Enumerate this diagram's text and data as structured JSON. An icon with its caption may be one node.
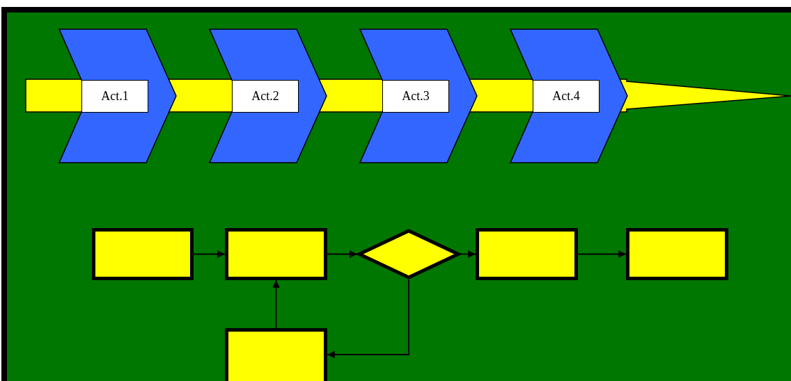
{
  "diagram": {
    "nodes": [
      {
        "text": [
          "Act.1"
        ]
      },
      {
        "text": [
          "Act.2"
        ]
      },
      {
        "text": [
          "Act.3"
        ]
      },
      {
        "text": [
          "Act.4"
        ]
      },
      {
        "text": [],
        "shape": "box"
      },
      {
        "text": [],
        "shape": "box"
      },
      {
        "text": [],
        "shape": "diamond"
      },
      {
        "text": [],
        "shape": "box"
      },
      {
        "text": [],
        "shape": "box"
      },
      {
        "text": [],
        "shape": "box"
      }
    ],
    "edges": [
      {
        "from": 4,
        "to": 5,
        "arrow": "to"
      },
      {
        "from": 5,
        "to": 6,
        "arrow": "to"
      },
      {
        "from": 6,
        "to": 7,
        "arrow": "to"
      },
      {
        "from": 7,
        "to": 8,
        "arrow": "to"
      },
      {
        "from": 9,
        "to": 5,
        "arrow": "to"
      },
      {
        "from": 6,
        "to": 9,
        "arrow": "to"
      }
    ]
  }
}
